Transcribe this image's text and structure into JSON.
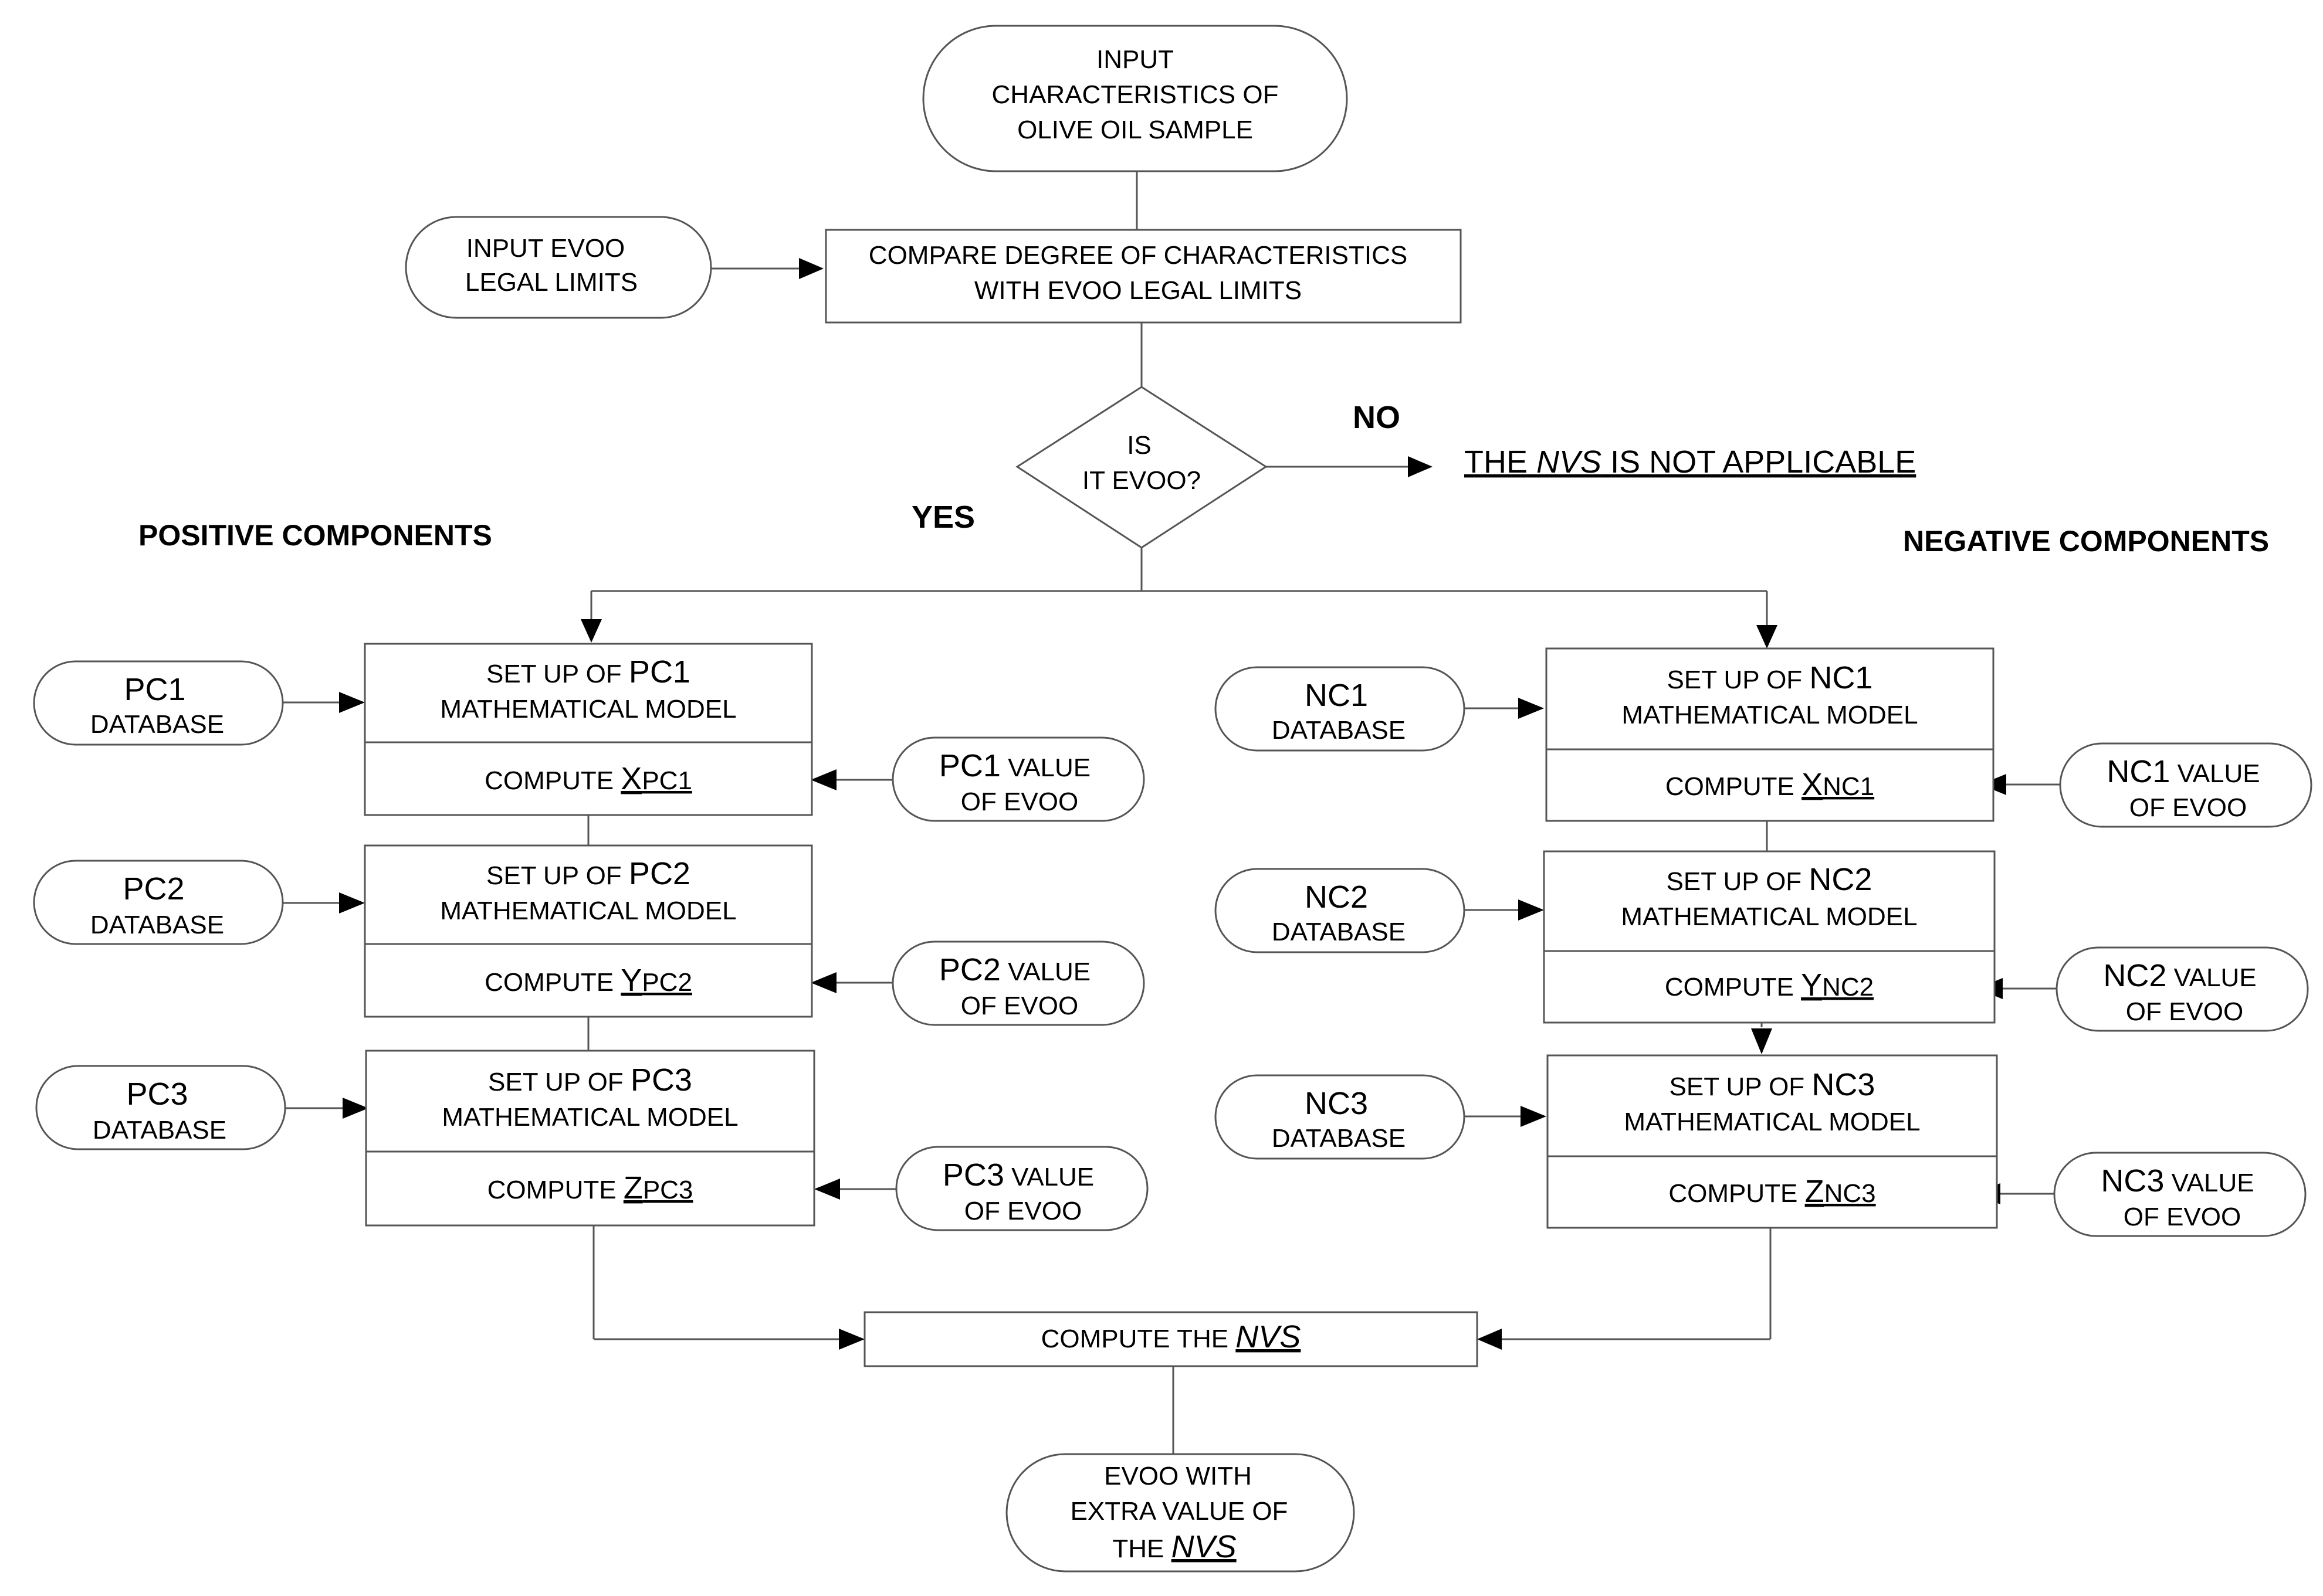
{
  "start": {
    "lines": [
      "INPUT",
      "CHARACTERISTICS OF",
      "OLIVE OIL SAMPLE"
    ]
  },
  "legal_limits": {
    "lines": [
      "INPUT EVOO",
      "LEGAL LIMITS"
    ]
  },
  "compare": {
    "lines": [
      "COMPARE DEGREE OF CHARACTERISTICS",
      "WITH EVOO LEGAL LIMITS"
    ]
  },
  "decision": {
    "lines": [
      "IS",
      "IT EVOO?"
    ],
    "yes": "YES",
    "no": "NO"
  },
  "not_applicable": {
    "prefix": "THE ",
    "nvs": "NVS",
    "suffix": " IS NOT APPLICABLE"
  },
  "headings": {
    "positive": "POSITIVE COMPONENTS",
    "negative": "NEGATIVE COMPONENTS"
  },
  "common": {
    "database": "DATABASE",
    "set_up_of": "SET UP OF ",
    "model": "MATHEMATICAL MODEL",
    "compute": "COMPUTE ",
    "value": " VALUE",
    "of_evoo": "OF EVOO"
  },
  "positive": [
    {
      "code": "PC1",
      "var": "X",
      "sub": "PC1"
    },
    {
      "code": "PC2",
      "var": "Y",
      "sub": "PC2"
    },
    {
      "code": "PC3",
      "var": "Z",
      "sub": "PC3"
    }
  ],
  "negative": [
    {
      "code": "NC1",
      "var": "X",
      "sub": "NC1"
    },
    {
      "code": "NC2",
      "var": "Y",
      "sub": "NC2"
    },
    {
      "code": "NC3",
      "var": "Z",
      "sub": "NC3"
    }
  ],
  "compute_nvs": {
    "prefix": "COMPUTE THE ",
    "nvs": "NVS"
  },
  "end": {
    "line1": "EVOO WITH",
    "line2": "EXTRA VALUE OF",
    "line3_prefix": "THE ",
    "nvs": "NVS"
  }
}
